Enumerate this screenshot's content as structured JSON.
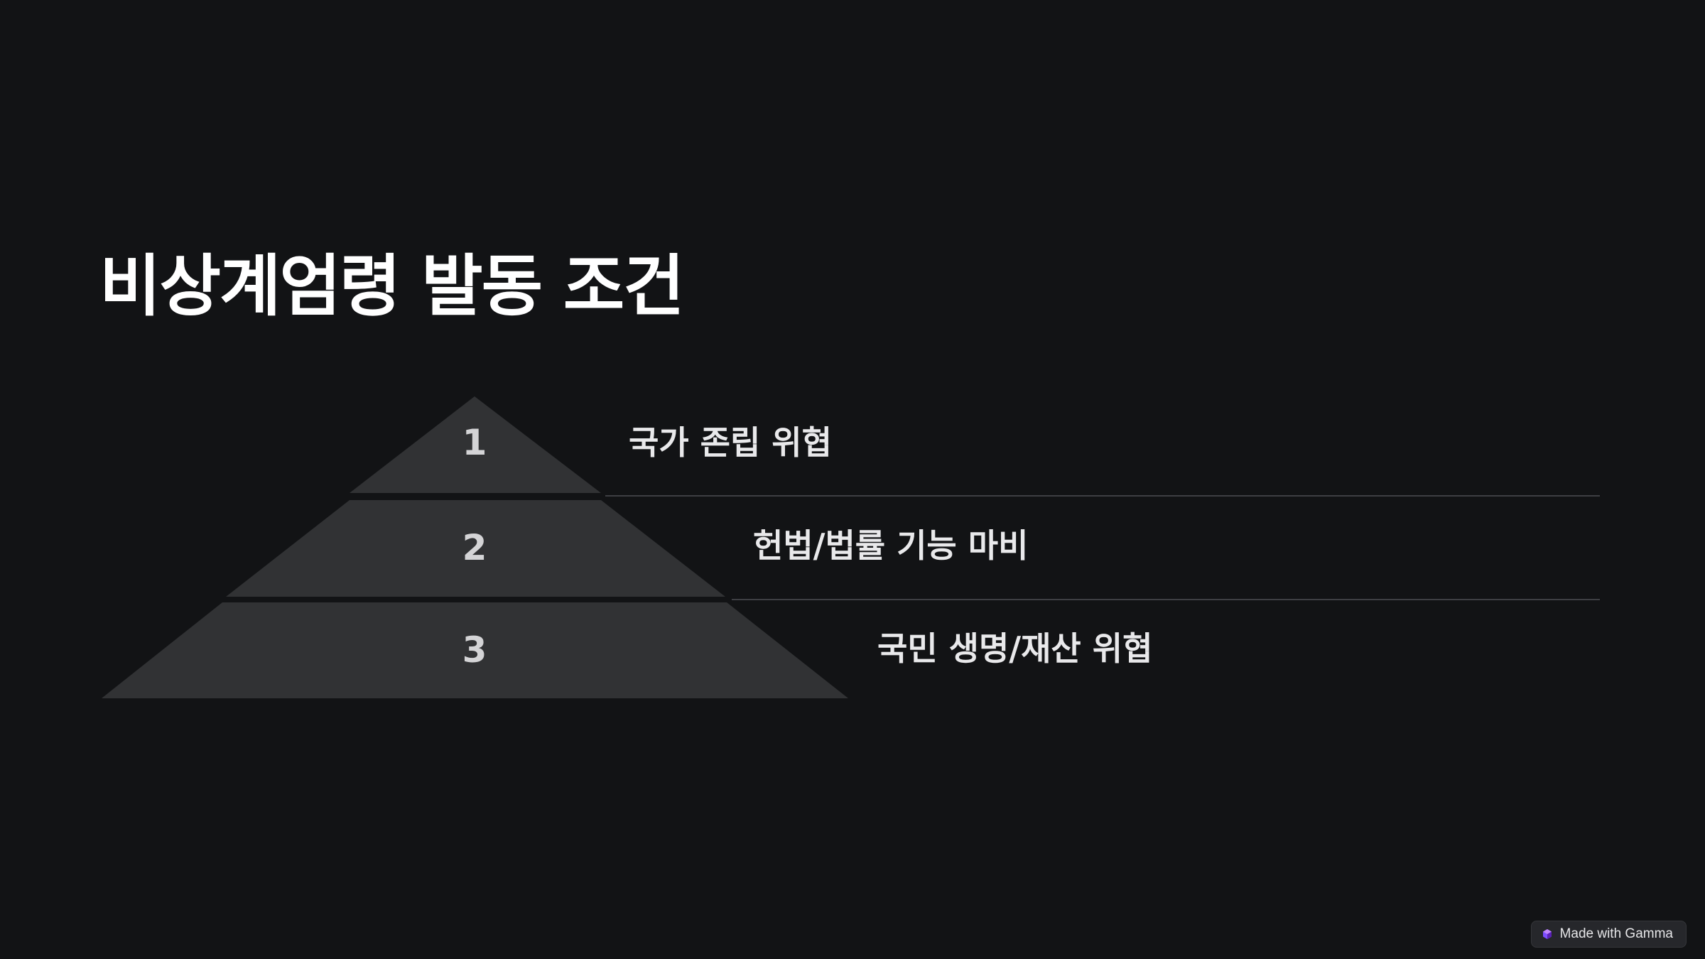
{
  "slide": {
    "title": "비상계엄령 발동 조건",
    "background": "#121315"
  },
  "pyramid": {
    "fill_color": "#313234",
    "tiers": [
      {
        "number": "1",
        "label": "국가 존립 위협"
      },
      {
        "number": "2",
        "label": "헌법/법률 기능 마비"
      },
      {
        "number": "3",
        "label": "국민 생명/재산 위협"
      }
    ]
  },
  "badge": {
    "text": "Made with Gamma",
    "icon": "gamma-logo-icon"
  }
}
